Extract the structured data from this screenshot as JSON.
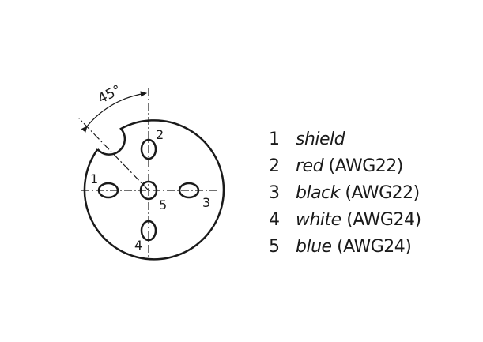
{
  "diagram": {
    "angle_label": "45°",
    "pin_labels": [
      "1",
      "2",
      "3",
      "4",
      "5"
    ]
  },
  "legend": [
    {
      "num": "1",
      "color": "shield",
      "awg": ""
    },
    {
      "num": "2",
      "color": "red",
      "awg": "(AWG22)"
    },
    {
      "num": "3",
      "color": "black",
      "awg": "(AWG22)"
    },
    {
      "num": "4",
      "color": "white",
      "awg": "(AWG24)"
    },
    {
      "num": "5",
      "color": "blue",
      "awg": "(AWG24)"
    }
  ]
}
